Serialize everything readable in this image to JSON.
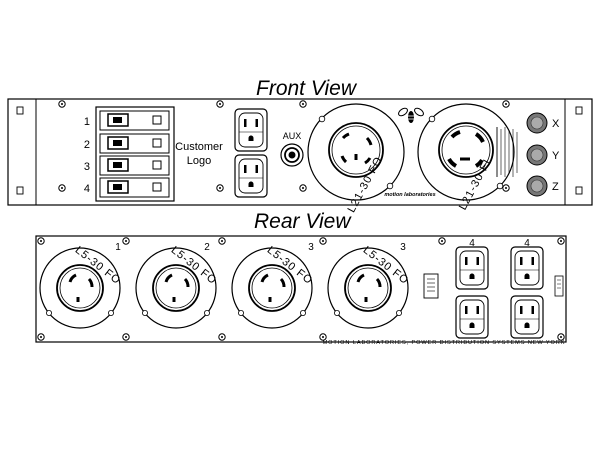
{
  "front": {
    "title": "Front View",
    "breaker_numbers": [
      "1",
      "2",
      "3",
      "4"
    ],
    "logo_line1": "Customer",
    "logo_line2": "Logo",
    "aux_label": "AUX",
    "main_inlet_label": "L21-30 FO",
    "main_outlet_label": "L21-30 FI",
    "brand": "motion laboratories",
    "indicator_labels": [
      "X",
      "Y",
      "Z"
    ]
  },
  "rear": {
    "title": "Rear View",
    "twistlock_numbers": [
      "1",
      "2",
      "3",
      "3"
    ],
    "twistlock_label": "L5-30 FO",
    "duplex_numbers": [
      "4",
      "4"
    ],
    "footer": "MOTION LABORATORIES, POWER DISTRIBUTION SYSTEMS NEW YORK"
  }
}
